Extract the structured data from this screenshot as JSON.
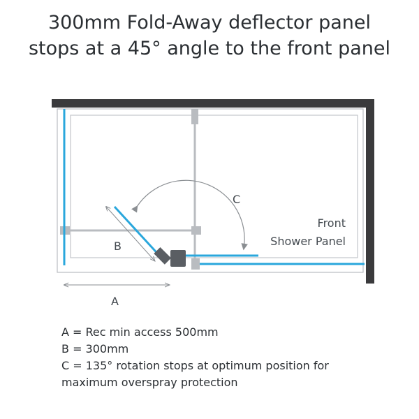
{
  "title": {
    "line1": "300mm Fold-Away deflector panel",
    "line2": "stops at a 45° angle to the front panel"
  },
  "diagram": {
    "label_a": "A",
    "label_b": "B",
    "label_c": "C",
    "front_panel_line1": "Front",
    "front_panel_line2": "Shower Panel",
    "rotation_degrees": 135,
    "deflector_angle_degrees": 45,
    "colors": {
      "wall": "#3a3a3c",
      "glass": "#2aa7dc",
      "frame": "#b9bcc0",
      "fitting": "#5a5e63",
      "arrow": "#8a8e92"
    }
  },
  "legend": {
    "a": "A = Rec min access 500mm",
    "b": "B = 300mm",
    "c_line1": "C = 135° rotation stops at optimum position for",
    "c_line2": "maximum overspray protection"
  }
}
